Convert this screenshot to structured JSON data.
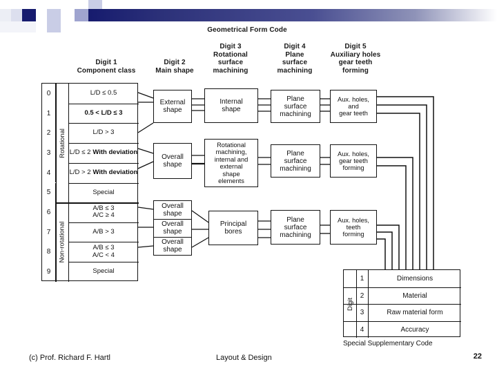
{
  "slide": {
    "page_number": "22",
    "footer_left": "(c) Prof. Richard F. Hartl",
    "footer_center": "Layout & Design"
  },
  "diagram": {
    "title": "Geometrical Form Code",
    "supplementary_caption": "Special Supplementary Code",
    "headers": [
      {
        "id": "digit1",
        "line1": "Digit 1",
        "line2": "Component class",
        "line3": "",
        "line4": ""
      },
      {
        "id": "digit2",
        "line1": "Digit 2",
        "line2": "Main shape",
        "line3": "",
        "line4": ""
      },
      {
        "id": "digit3",
        "line1": "Digit 3",
        "line2": "Rotational",
        "line3": "surface",
        "line4": "machining"
      },
      {
        "id": "digit4",
        "line1": "Digit 4",
        "line2": "Plane",
        "line3": "surface",
        "line4": "machining"
      },
      {
        "id": "digit5",
        "line1": "Digit 5",
        "line2": "Auxiliary holes",
        "line3": "gear teeth",
        "line4": "forming"
      }
    ],
    "component_class_table": {
      "group_labels": {
        "rotational": "Rotational",
        "non_rotational": "Non-rotational"
      },
      "rows": [
        {
          "num": "0",
          "text": "L/D ≤ 0.5",
          "note": "",
          "group": "rotational"
        },
        {
          "num": "1",
          "text": "0.5 < L/D ≤ 3",
          "note": "",
          "group": "rotational"
        },
        {
          "num": "2",
          "text": "L/D > 3",
          "note": "",
          "group": "rotational"
        },
        {
          "num": "3",
          "text": "L/D ≤ 2",
          "note": "With deviation",
          "group": "rotational"
        },
        {
          "num": "4",
          "text": "L/D > 2",
          "note": "With deviation",
          "group": "rotational"
        },
        {
          "num": "5",
          "text": "Special",
          "note": "",
          "group": "rotational"
        },
        {
          "num": "6",
          "text": "A/B ≤ 3\nA/C ≥ 4",
          "note": "",
          "group": "non_rotational"
        },
        {
          "num": "7",
          "text": "A/B > 3",
          "note": "",
          "group": "non_rotational"
        },
        {
          "num": "8",
          "text": "A/B ≤ 3\nA/C < 4",
          "note": "",
          "group": "non_rotational"
        },
        {
          "num": "9",
          "text": "Special",
          "note": "",
          "group": "non_rotational"
        }
      ]
    },
    "boxes": {
      "external_shape": "External\nshape",
      "internal_shape": "Internal\nshape",
      "plane_surface_machining_1": "Plane\nsurface\nmachining",
      "aux_holes_gear_teeth": "Aux. holes,\nand\ngear teeth",
      "overall_shape_1": "Overall\nshape",
      "rotational_machining": "Rotational\nmachining,\ninternal and\nexternal\nshape\nelements",
      "plane_surface_machining_2": "Plane\nsurface\nmachining",
      "aux_holes_gear_teeth_forming": "Aux. holes,\ngear teeth\nforming",
      "overall_shape_2": "Overall\nshape",
      "overall_shape_3": "Overall\nshape",
      "overall_shape_4": "Overall\nshape",
      "principal_bores": "Principal\nbores",
      "plane_surface_machining_3": "Plane\nsurface\nmachining",
      "aux_holes_teeth_forming": "Aux. holes,\nteeth\nforming"
    },
    "supplementary_table": {
      "digit_label": "Digit",
      "rows": [
        {
          "num": "1",
          "text": "Dimensions"
        },
        {
          "num": "2",
          "text": "Material"
        },
        {
          "num": "3",
          "text": "Raw material form"
        },
        {
          "num": "4",
          "text": "Accuracy"
        }
      ]
    }
  },
  "colors": {
    "accent_dark": "#161b6e",
    "accent_mid": "#4a4f92",
    "accent_light": "#9a9ec4",
    "ink": "#111111"
  }
}
